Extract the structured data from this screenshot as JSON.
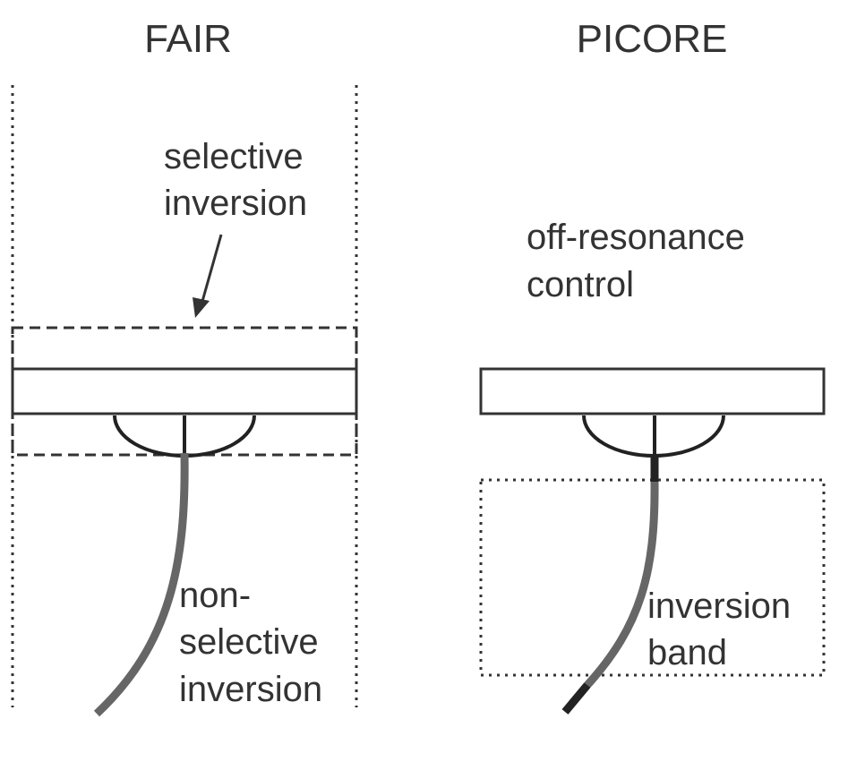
{
  "panels": {
    "fair": {
      "title": "FAIR",
      "top_label": [
        "selective",
        "inversion"
      ],
      "bottom_label": [
        "non-",
        "selective",
        "inversion"
      ]
    },
    "picore": {
      "title": "PICORE",
      "top_label": [
        "off-resonance",
        "control"
      ],
      "bottom_label": [
        "inversion",
        "band"
      ]
    }
  },
  "colors": {
    "outline": "#333333",
    "vessel": "#666666",
    "vessel_tagged": "#222222",
    "background": "#ffffff"
  }
}
